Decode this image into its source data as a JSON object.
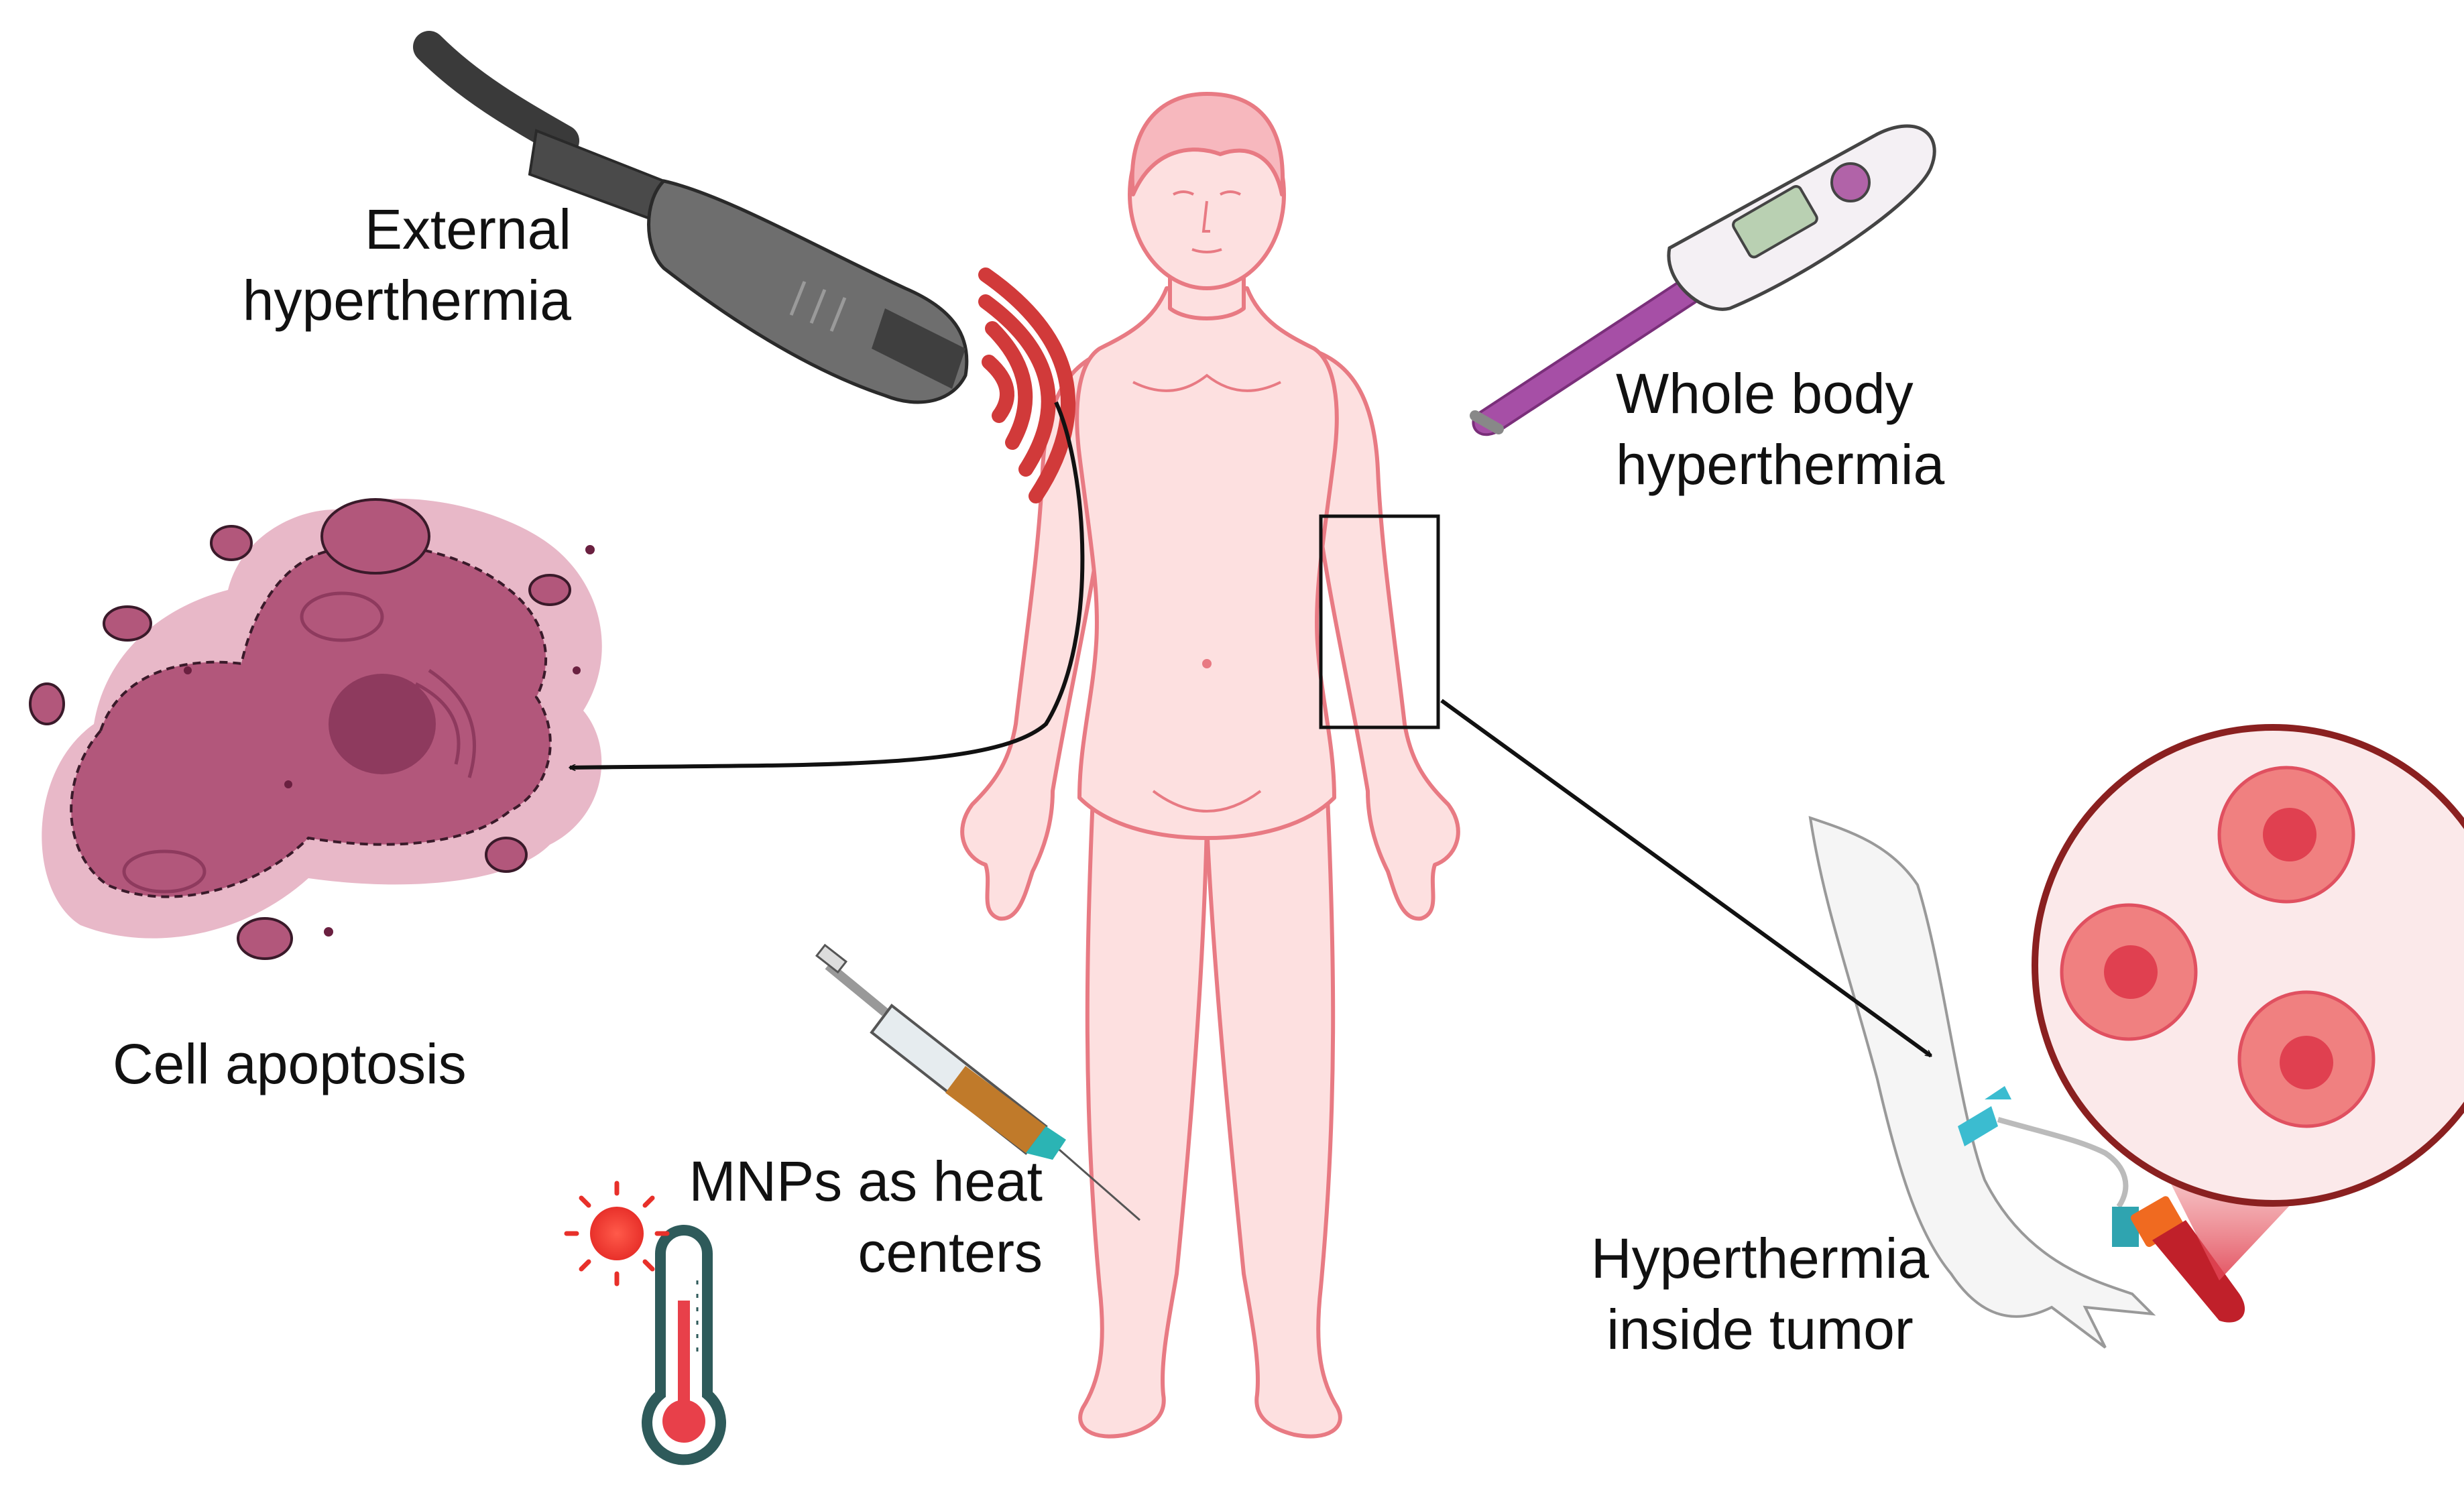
{
  "labels": {
    "external": [
      "External",
      "hyperthermia"
    ],
    "whole_body": [
      "Whole body",
      "hyperthermia"
    ],
    "apoptosis": "Cell apoptosis",
    "mnps": [
      "MNPs as heat",
      "centers"
    ],
    "tumor": [
      "Hyperthermia",
      "inside tumor"
    ]
  },
  "colors": {
    "skin_fill": "#fde0e0",
    "skin_outline": "#e87a83",
    "wave_red": "#d13a3a",
    "probe_dark": "#4a4a4a",
    "probe_mid": "#6e6e6e",
    "cell_main": "#b2577b",
    "cell_dark": "#8e3a5e",
    "cell_halo": "#e8b8c8",
    "thermo_purple": "#a64fa6",
    "thermometer_red": "#e8404a",
    "thermometer_teal": "#2e5a5a",
    "syringe_amber": "#c07a2a",
    "needle_teal": "#2bb4b4",
    "blood_red": "#c0202a",
    "tumor_pink": "#f08080",
    "tumor_dark": "#e04050",
    "arrow": "#111111"
  },
  "icons": [
    "ultrasound-probe-icon",
    "digital-thermometer-icon",
    "apoptotic-cell-icon",
    "syringe-icon",
    "thermometer-icon",
    "sun-icon",
    "arm-iv-icon",
    "blood-tube-icon",
    "tumor-cells-icon"
  ]
}
